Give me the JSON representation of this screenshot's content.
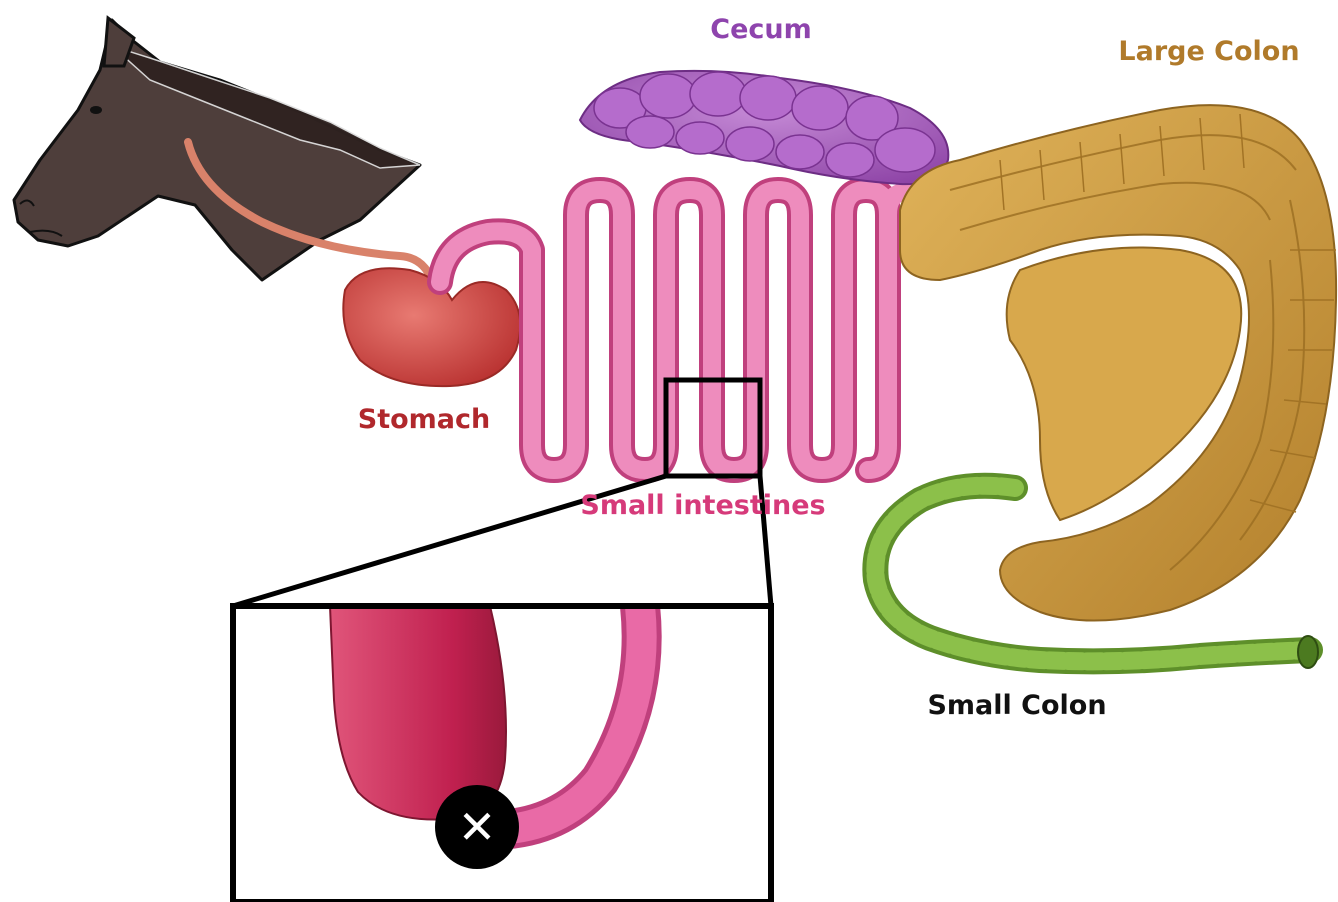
{
  "labels": {
    "cecum": "Cecum",
    "large_colon": "Large Colon",
    "stomach": "Stomach",
    "small_intestines": "Small intestines",
    "small_colon": "Small Colon"
  },
  "colors": {
    "cecum": "#8e44ad",
    "large_colon": "#b07a2a",
    "stomach": "#b0282c",
    "small_intestines": "#d63a7a",
    "small_colon": "#111111",
    "intestine_tube": "#e57bb0",
    "colon_body": "#d4a03c",
    "small_colon_body": "#7cae3a",
    "horse_coat": "#4e3e3b"
  },
  "inset": {
    "marker_icon": "close-icon",
    "marker_symbol": "✕"
  }
}
